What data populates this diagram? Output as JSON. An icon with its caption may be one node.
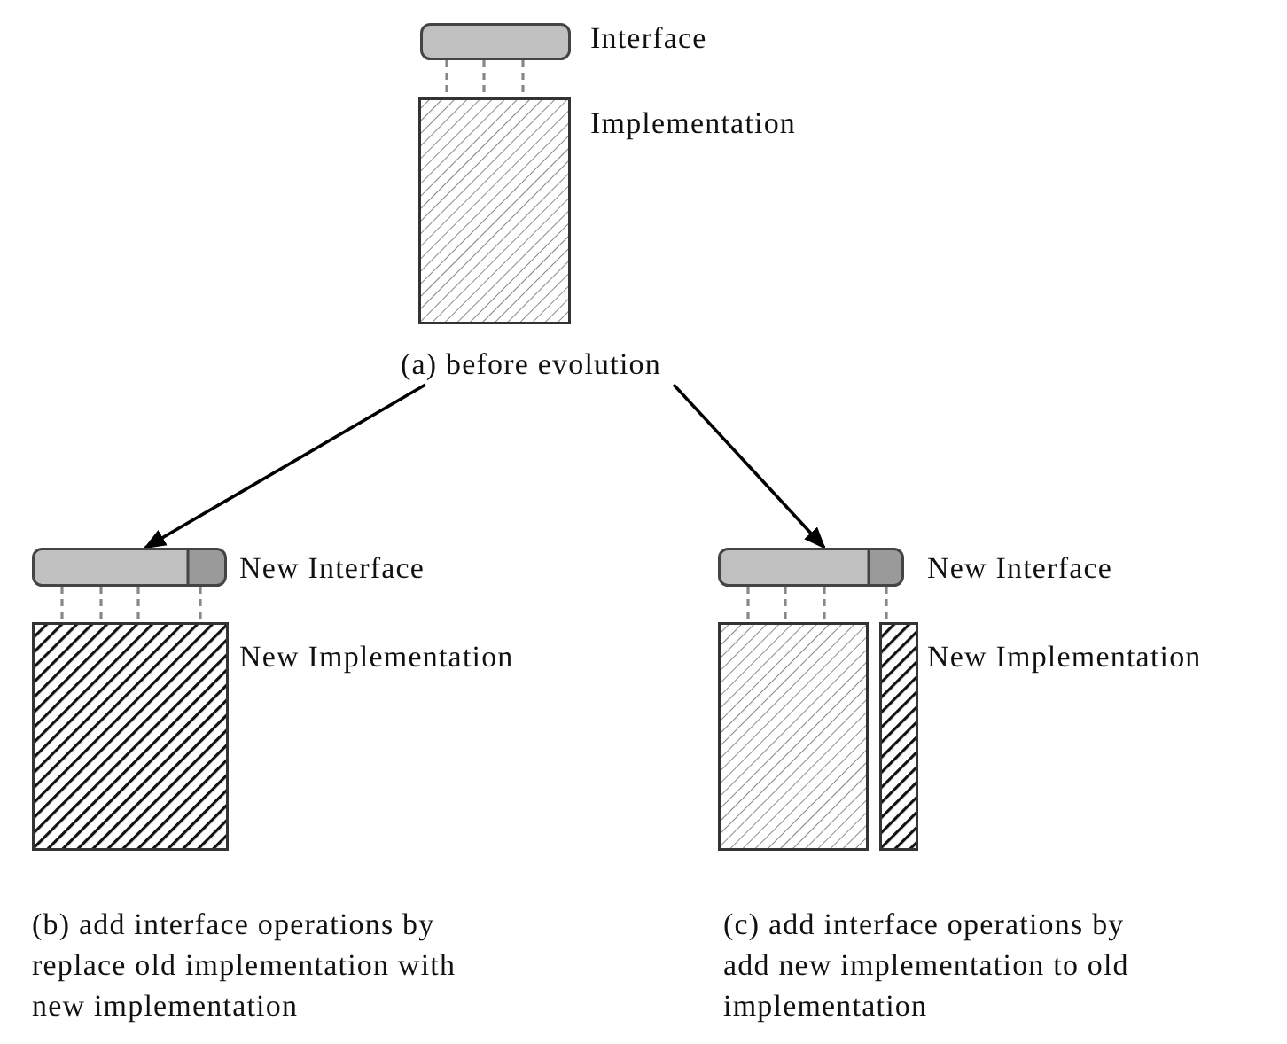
{
  "diagram": {
    "nodes": [
      {
        "text": [],
        "shape": "box",
        "beside": [
          "Interface"
        ]
      },
      {
        "text": [],
        "shape": "box",
        "beside": [
          "Implementation"
        ]
      },
      {
        "text": [
          "(a) before evolution"
        ]
      },
      {
        "text": [],
        "shape": "box",
        "beside": [
          "New Interface"
        ]
      },
      {
        "text": [],
        "shape": "box",
        "beside": [
          "New Implementation"
        ]
      },
      {
        "text": [],
        "shape": "box",
        "beside": [
          "New Interface"
        ]
      },
      {
        "text": [],
        "shape": "box"
      },
      {
        "text": [],
        "shape": "box",
        "beside": [
          "New Implementation"
        ]
      }
    ],
    "edges": [
      {
        "from": 0,
        "to": 1,
        "arrow": "none",
        "style": "dashed"
      },
      {
        "from": 0,
        "to": 1,
        "arrow": "none",
        "style": "dashed"
      },
      {
        "from": 0,
        "to": 1,
        "arrow": "none",
        "style": "dashed"
      },
      {
        "from": 2,
        "to": 3,
        "arrow": "to",
        "color": "#000000"
      },
      {
        "from": 2,
        "to": 5,
        "arrow": "to",
        "color": "#000000"
      },
      {
        "from": 3,
        "to": 4,
        "arrow": "none",
        "style": "dashed"
      },
      {
        "from": 3,
        "to": 4,
        "arrow": "none",
        "style": "dashed"
      },
      {
        "from": 3,
        "to": 4,
        "arrow": "none",
        "style": "dashed"
      },
      {
        "from": 3,
        "to": 4,
        "arrow": "none",
        "style": "dashed"
      },
      {
        "from": 5,
        "to": 6,
        "arrow": "none",
        "style": "dashed"
      },
      {
        "from": 5,
        "to": 6,
        "arrow": "none",
        "style": "dashed"
      },
      {
        "from": 5,
        "to": 6,
        "arrow": "none",
        "style": "dashed"
      },
      {
        "from": 5,
        "to": 7,
        "arrow": "none",
        "style": "dashed"
      }
    ],
    "labels": [
      "(b) add interface operations by replace old implementation with new implementation",
      "(c) add interface operations by add new implementation to old implementation"
    ]
  }
}
